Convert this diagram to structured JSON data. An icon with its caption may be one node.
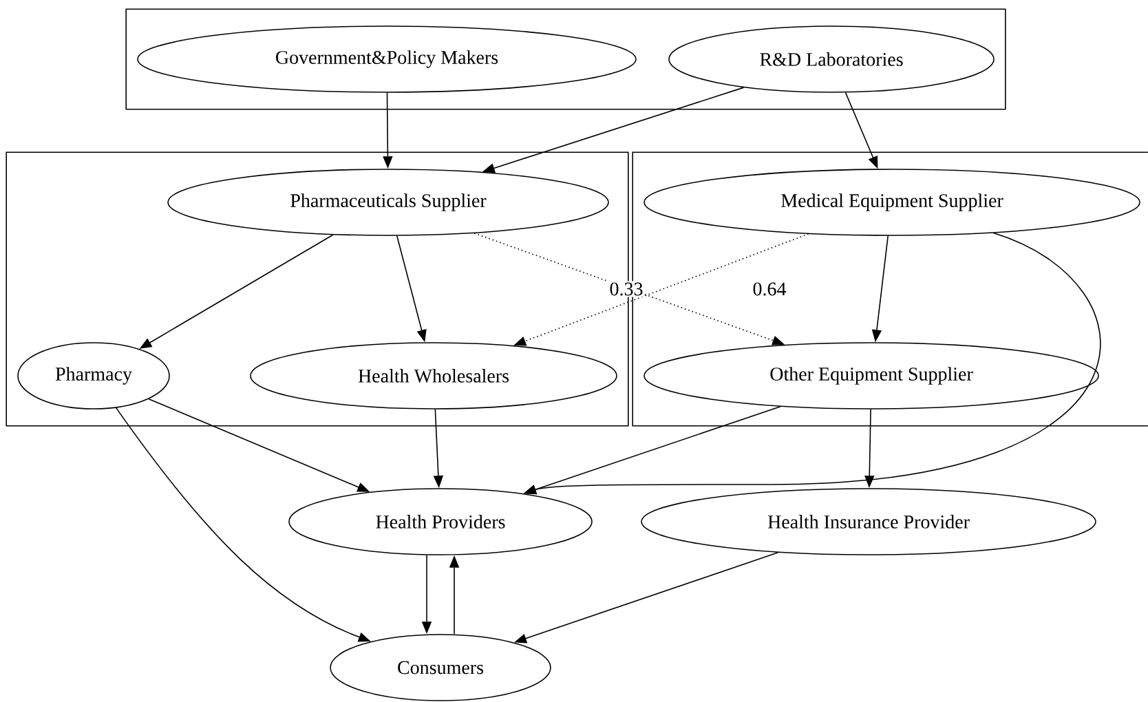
{
  "diagram": {
    "nodes": [
      {
        "text": [],
        "shape": "box"
      },
      {
        "text": [
          "Government&Policy Makers"
        ],
        "in": 0
      },
      {
        "text": [
          "R&D Laboratories"
        ],
        "in": 0
      },
      {
        "text": [],
        "shape": "box"
      },
      {
        "text": [
          "Pharmaceuticals Supplier"
        ],
        "in": 3
      },
      {
        "text": [
          "Pharmacy"
        ],
        "in": 3
      },
      {
        "text": [
          "Health Wholesalers"
        ],
        "in": 3
      },
      {
        "text": [],
        "shape": "box"
      },
      {
        "text": [
          "Medical Equipment Supplier"
        ],
        "in": 7
      },
      {
        "text": [
          "Other Equipment Supplier"
        ],
        "in": 7
      },
      {
        "text": [
          "Health Providers"
        ]
      },
      {
        "text": [
          "Health Insurance Provider"
        ]
      },
      {
        "text": [
          "Consumers"
        ]
      }
    ],
    "edges": [
      {
        "from": 1,
        "to": 4,
        "arrow": "to"
      },
      {
        "from": 2,
        "to": 4,
        "arrow": "to"
      },
      {
        "from": 2,
        "to": 8,
        "arrow": "to"
      },
      {
        "from": 4,
        "to": 5,
        "arrow": "to"
      },
      {
        "from": 4,
        "to": 6,
        "arrow": "to"
      },
      {
        "from": 4,
        "to": 9,
        "arrow": "to",
        "style": "dashed",
        "label": "0.33"
      },
      {
        "from": 8,
        "to": 6,
        "arrow": "to",
        "style": "dashed",
        "label": "0.64"
      },
      {
        "from": 8,
        "to": 9,
        "arrow": "to"
      },
      {
        "from": 8,
        "to": 10,
        "arrow": "to"
      },
      {
        "from": 5,
        "to": 10,
        "arrow": "to"
      },
      {
        "from": 5,
        "to": 12,
        "arrow": "to"
      },
      {
        "from": 6,
        "to": 10,
        "arrow": "to"
      },
      {
        "from": 9,
        "to": 10,
        "arrow": "to"
      },
      {
        "from": 9,
        "to": 11,
        "arrow": "to"
      },
      {
        "from": 10,
        "to": 12,
        "arrow": "to"
      },
      {
        "from": 12,
        "to": 10,
        "arrow": "to"
      },
      {
        "from": 11,
        "to": 12,
        "arrow": "to"
      }
    ]
  }
}
